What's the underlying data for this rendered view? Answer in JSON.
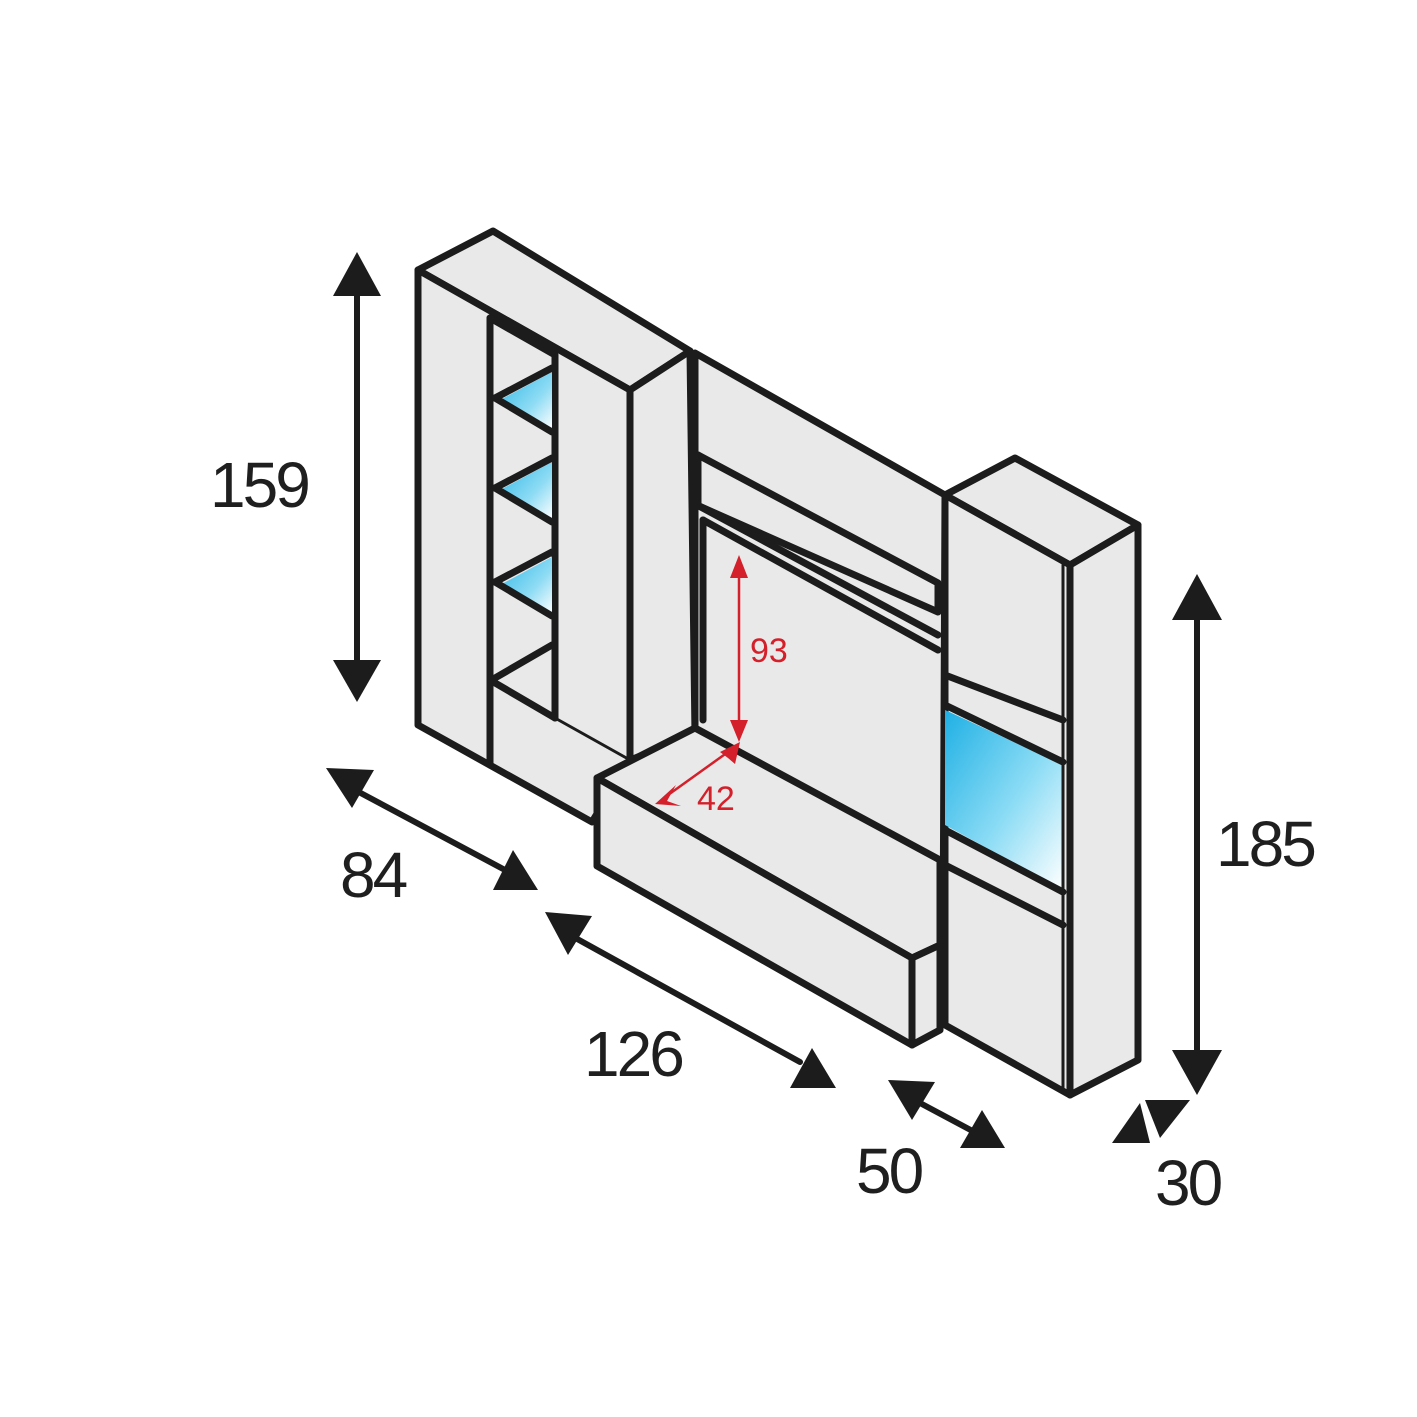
{
  "dimensions": {
    "left_height": "159",
    "right_height": "185",
    "left_width": "84",
    "center_width": "126",
    "base_depth": "50",
    "column_depth": "30",
    "tv_opening_height": "93",
    "base_inner_depth": "42"
  },
  "colors": {
    "outline": "#1c1c1c",
    "panel": "#e9e9e9",
    "glass": "#2fb7e6",
    "inner_dimension": "#d4202a"
  }
}
